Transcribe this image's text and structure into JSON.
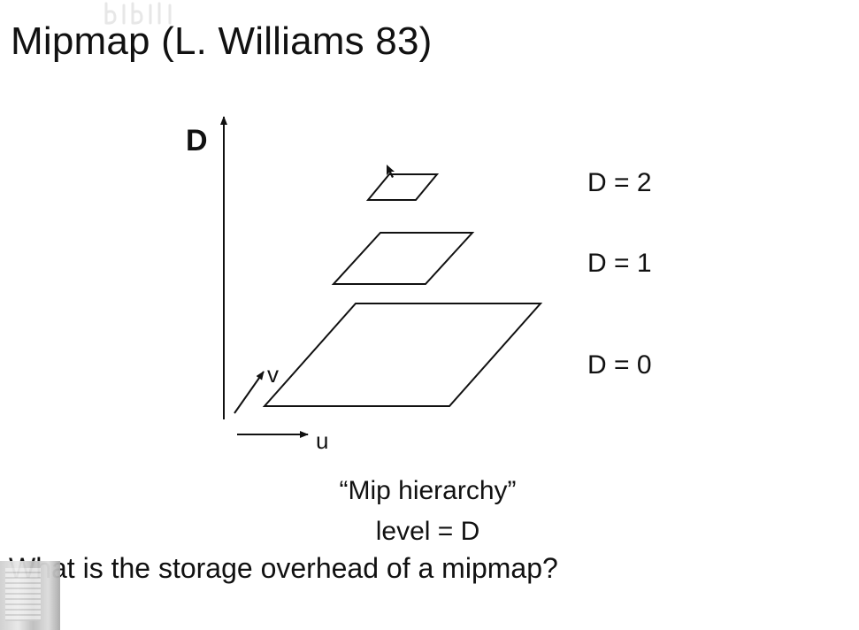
{
  "slide": {
    "title": "Mipmap (L. Williams 83)",
    "question": "What is the storage overhead of a mipmap?"
  },
  "diagram": {
    "axis_d_label": "D",
    "axis_u_label": "u",
    "axis_v_label": "v",
    "levels": [
      {
        "label": "D = 2",
        "level": 2
      },
      {
        "label": "D = 1",
        "level": 1
      },
      {
        "label": "D = 0",
        "level": 0
      }
    ],
    "caption_line1": "“Mip hierarchy”",
    "caption_line2": "level = D"
  }
}
